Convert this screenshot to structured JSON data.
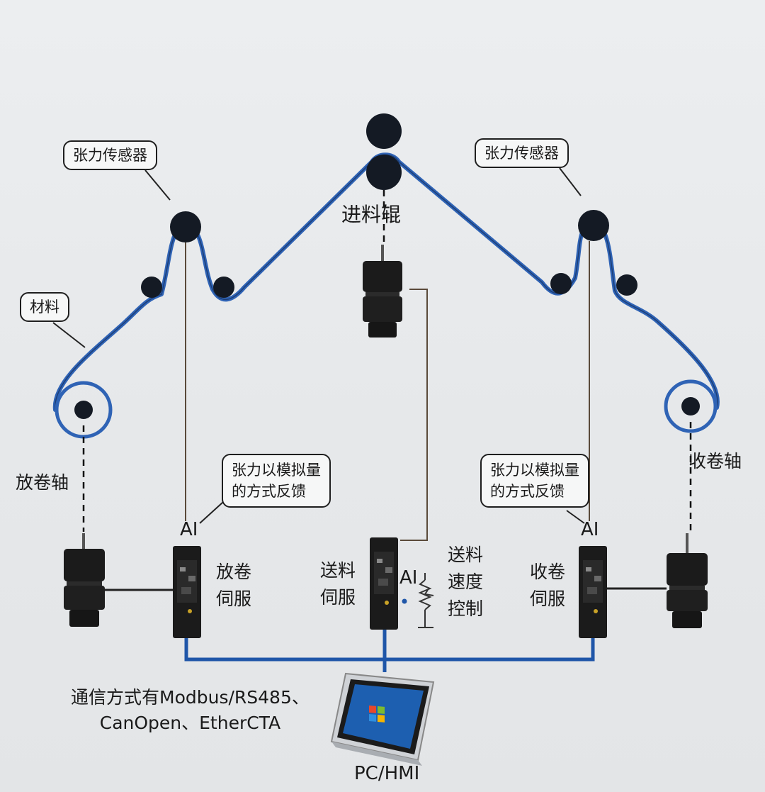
{
  "callouts": {
    "sensor_left": "张力传感器",
    "sensor_right": "张力传感器",
    "material": "材料",
    "feedback_left_line1": "张力以模拟量",
    "feedback_left_line2": "的方式反馈",
    "feedback_right_line1": "张力以模拟量",
    "feedback_right_line2": "的方式反馈"
  },
  "labels": {
    "feed_roller": "进料辊",
    "unwind_shaft": "放卷轴",
    "rewind_shaft": "收卷轴",
    "ai_left": "AI",
    "ai_middle": "AI",
    "ai_right": "AI",
    "unwind_servo_line1": "放卷",
    "unwind_servo_line2": "伺服",
    "feed_servo_line1": "送料",
    "feed_servo_line2": "伺服",
    "rewind_servo_line1": "收卷",
    "rewind_servo_line2": "伺服",
    "feed_speed_line1": "送料",
    "feed_speed_line2": "速度",
    "feed_speed_line3": "控制",
    "comm_line1": "通信方式有Modbus/RS485、",
    "comm_line2": "CanOpen、EtherCTA",
    "pc_hmi": "PC/HMI"
  },
  "colors": {
    "material_web": "#2f63b5",
    "bus": "#1f56a8",
    "roller": "#141a24",
    "drive": "#1b1b1b",
    "screen": "#1d5fb0"
  }
}
